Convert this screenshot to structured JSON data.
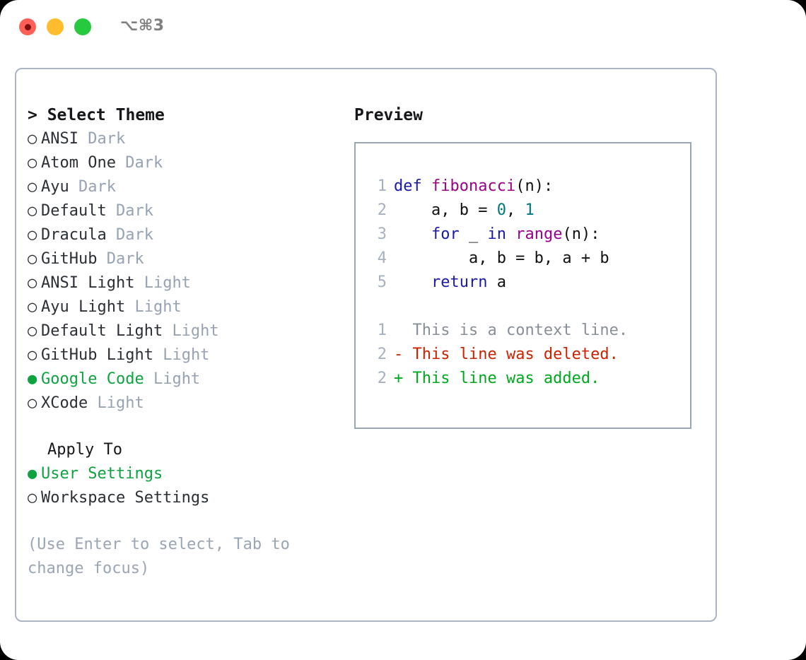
{
  "window": {
    "shortcut": "⌥⌘3",
    "traffic_lights": [
      {
        "name": "close-button",
        "color": "#ff5f56"
      },
      {
        "name": "minimize-button",
        "color": "#ffbd2e"
      },
      {
        "name": "maximize-button",
        "color": "#27c93f"
      }
    ]
  },
  "theme_picker": {
    "header": "> Select Theme",
    "items": [
      {
        "bullet": "○",
        "name": "ANSI",
        "tag": "Dark",
        "selected": false
      },
      {
        "bullet": "○",
        "name": "Atom One",
        "tag": "Dark",
        "selected": false
      },
      {
        "bullet": "○",
        "name": "Ayu",
        "tag": "Dark",
        "selected": false
      },
      {
        "bullet": "○",
        "name": "Default",
        "tag": "Dark",
        "selected": false
      },
      {
        "bullet": "○",
        "name": "Dracula",
        "tag": "Dark",
        "selected": false
      },
      {
        "bullet": "○",
        "name": "GitHub",
        "tag": "Dark",
        "selected": false
      },
      {
        "bullet": "○",
        "name": "ANSI Light",
        "tag": "Light",
        "selected": false
      },
      {
        "bullet": "○",
        "name": "Ayu Light",
        "tag": "Light",
        "selected": false
      },
      {
        "bullet": "○",
        "name": "Default Light",
        "tag": "Light",
        "selected": false
      },
      {
        "bullet": "○",
        "name": "GitHub Light",
        "tag": "Light",
        "selected": false
      },
      {
        "bullet": "●",
        "name": "Google Code",
        "tag": "Light",
        "selected": true
      },
      {
        "bullet": "○",
        "name": "XCode",
        "tag": "Light",
        "selected": false
      }
    ]
  },
  "apply_to": {
    "header": "Apply To",
    "items": [
      {
        "bullet": "●",
        "name": "User Settings",
        "selected": true
      },
      {
        "bullet": "○",
        "name": "Workspace Settings",
        "selected": false
      }
    ]
  },
  "hint": "(Use Enter to select, Tab to change focus)",
  "preview": {
    "header": "Preview",
    "code_lines": [
      {
        "number": "1",
        "tokens": [
          {
            "text": "def ",
            "kind": "kw"
          },
          {
            "text": "fibonacci",
            "kind": "fn"
          },
          {
            "text": "(n):",
            "kind": "pl"
          }
        ]
      },
      {
        "number": "2",
        "tokens": [
          {
            "text": "    a, b = ",
            "kind": "pl"
          },
          {
            "text": "0",
            "kind": "num"
          },
          {
            "text": ", ",
            "kind": "pl"
          },
          {
            "text": "1",
            "kind": "num"
          }
        ]
      },
      {
        "number": "3",
        "tokens": [
          {
            "text": "    ",
            "kind": "pl"
          },
          {
            "text": "for",
            "kind": "kw"
          },
          {
            "text": " _ ",
            "kind": "pl"
          },
          {
            "text": "in",
            "kind": "kw"
          },
          {
            "text": " ",
            "kind": "pl"
          },
          {
            "text": "range",
            "kind": "fn"
          },
          {
            "text": "(n):",
            "kind": "pl"
          }
        ]
      },
      {
        "number": "4",
        "tokens": [
          {
            "text": "        a, b = b, a + b",
            "kind": "pl"
          }
        ]
      },
      {
        "number": "5",
        "tokens": [
          {
            "text": "    ",
            "kind": "pl"
          },
          {
            "text": "return",
            "kind": "kw"
          },
          {
            "text": " a",
            "kind": "pl"
          }
        ]
      }
    ],
    "diff_lines": [
      {
        "number": "1",
        "marker": " ",
        "text": "This is a context line.",
        "kind": "context"
      },
      {
        "number": "2",
        "marker": "-",
        "text": "This line was deleted.",
        "kind": "deleted"
      },
      {
        "number": "2",
        "marker": "+",
        "text": "This line was added.",
        "kind": "added"
      }
    ]
  },
  "colors": {
    "panel_border": "#aab4c2",
    "preview_border": "#9aa6b6",
    "selected_green": "#0ea33f",
    "muted_tag": "#97a3b4",
    "hint_gray": "#9aa5b5",
    "line_number": "#a6b0be",
    "keyword_blue": "#1a1aa8",
    "function_magenta": "#99008c",
    "number_teal": "#007a7a",
    "diff_delete_red": "#cc2200",
    "diff_add_green": "#00a81f",
    "diff_context_gray": "#888f99"
  }
}
